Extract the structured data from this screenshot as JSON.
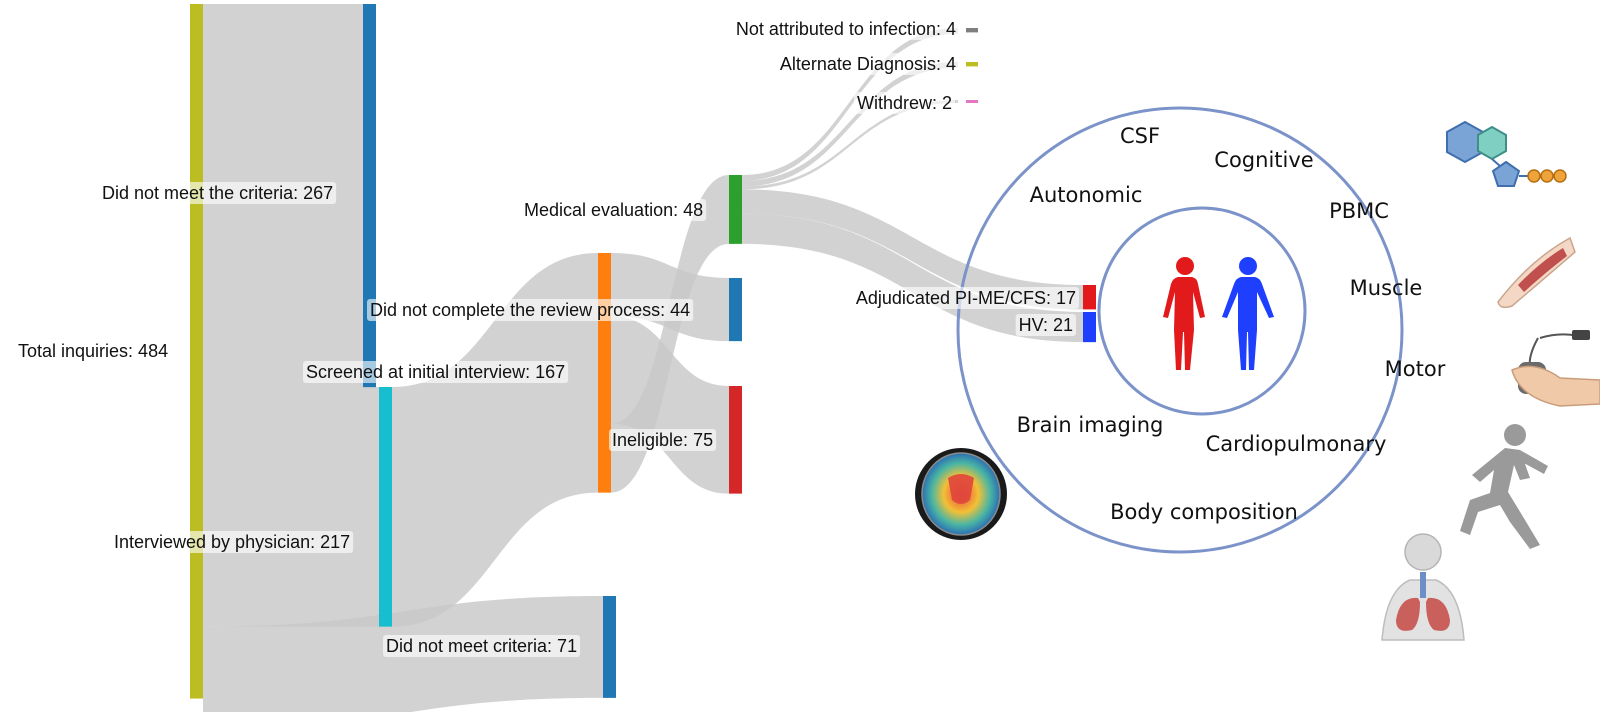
{
  "sankey": {
    "nodes": [
      {
        "id": "total",
        "label": "Total inquiries: 484",
        "value": 484,
        "color": "#bcbd22"
      },
      {
        "id": "not_meet_267",
        "label": "Did not meet the criteria: 267",
        "value": 267,
        "color": "#1f77b4"
      },
      {
        "id": "interviewed",
        "label": "Interviewed by physician: 217",
        "value": 217,
        "color": "#bcbd22"
      },
      {
        "id": "screened",
        "label": "Screened at initial interview: 167",
        "value": 167,
        "color": "#17becf"
      },
      {
        "id": "not_meet_71",
        "label": "Did not meet criteria: 71",
        "value": 71,
        "color": "#1f77b4"
      },
      {
        "id": "review",
        "label": "Did not complete the review process: 44",
        "value": 44,
        "color": "#1f77b4"
      },
      {
        "id": "ineligible",
        "label": "Ineligible: 75",
        "value": 75,
        "color": "#d62728"
      },
      {
        "id": "medical",
        "label": "Medical evaluation: 48",
        "value": 48,
        "color": "#2ca02c"
      },
      {
        "id": "not_attr",
        "label": "Not attributed to infection: 4",
        "value": 4,
        "color": "#7f7f7f"
      },
      {
        "id": "alt_diag",
        "label": "Alternate Diagnosis: 4",
        "value": 4,
        "color": "#bcbd22"
      },
      {
        "id": "withdrew",
        "label": "Withdrew: 2",
        "value": 2,
        "color": "#e377c2"
      },
      {
        "id": "pimecfs",
        "label": "Adjudicated PI-ME/CFS: 17",
        "value": 17,
        "color": "#e31a1c"
      },
      {
        "id": "hv",
        "label": "HV: 21",
        "value": 21,
        "color": "#1f3fff"
      }
    ],
    "links": [
      {
        "source": "total",
        "target": "not_meet_267",
        "value": 267
      },
      {
        "source": "total",
        "target": "interviewed",
        "value": 217
      },
      {
        "source": "interviewed",
        "target": "screened",
        "value": 167
      },
      {
        "source": "interviewed",
        "target": "not_meet_71",
        "value": 71
      },
      {
        "source": "screened",
        "target": "review",
        "value": 44
      },
      {
        "source": "screened",
        "target": "ineligible",
        "value": 75
      },
      {
        "source": "screened",
        "target": "medical",
        "value": 48
      },
      {
        "source": "medical",
        "target": "not_attr",
        "value": 4
      },
      {
        "source": "medical",
        "target": "alt_diag",
        "value": 4
      },
      {
        "source": "medical",
        "target": "withdrew",
        "value": 2
      },
      {
        "source": "medical",
        "target": "pimecfs",
        "value": 17
      },
      {
        "source": "medical",
        "target": "hv",
        "value": 21
      }
    ]
  },
  "outer_ring": {
    "color": "#7b93c9",
    "labels": [
      "CSF",
      "Cognitive",
      "Autonomic",
      "PBMC",
      "Muscle",
      "Motor",
      "Brain imaging",
      "Cardiopulmonary",
      "Body composition"
    ]
  },
  "figures": {
    "patient_color": "#e31a1c",
    "control_color": "#1f3fff",
    "icons": [
      "molecule-icon",
      "arm-muscle-icon",
      "grip-dynamometer-icon",
      "runner-icon",
      "lungs-torso-icon",
      "brain-scan-icon"
    ]
  }
}
